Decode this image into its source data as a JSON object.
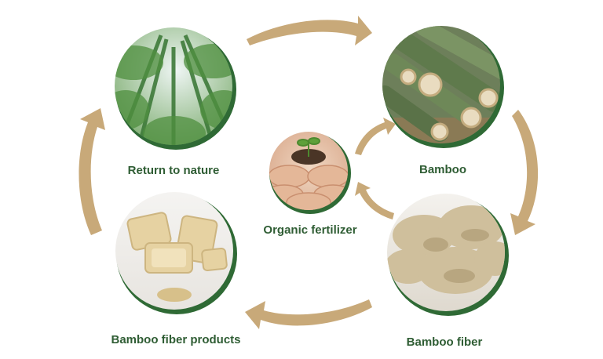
{
  "diagram": {
    "nodes": {
      "return_to_nature": {
        "label": "Return to nature",
        "image": "bamboo-forest-canopy"
      },
      "bamboo": {
        "label": "Bamboo",
        "image": "cut-bamboo-stalks"
      },
      "bamboo_fiber": {
        "label": "Bamboo fiber",
        "image": "raw-bamboo-fiber"
      },
      "bamboo_fiber_products": {
        "label": "Bamboo fiber products",
        "image": "bamboo-fiber-trays"
      },
      "organic_fertilizer": {
        "label": "Organic fertilizer",
        "image": "hands-holding-seedling"
      }
    },
    "cycle": [
      "return_to_nature",
      "bamboo",
      "bamboo_fiber",
      "bamboo_fiber_products",
      "return_to_nature"
    ],
    "inner_links": [
      {
        "from": "bamboo_fiber",
        "to": "organic_fertilizer"
      },
      {
        "from": "organic_fertilizer",
        "to": "bamboo"
      }
    ],
    "colors": {
      "arrow": "#c8a979",
      "label": "#2f5d34",
      "ring": "#2f6a35"
    }
  }
}
